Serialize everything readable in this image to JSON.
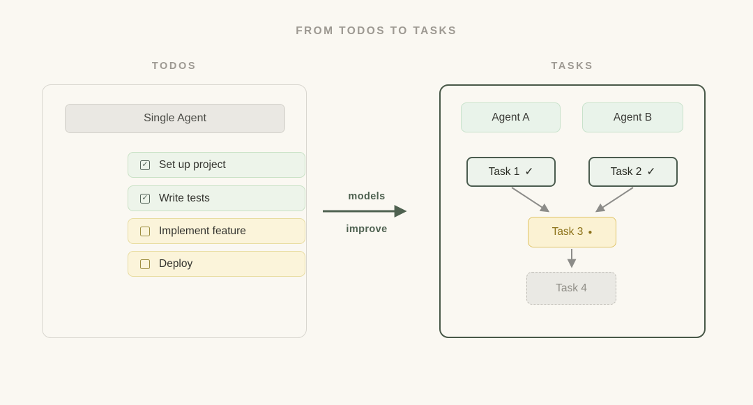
{
  "title": "FROM TODOS TO TASKS",
  "todos": {
    "header": "TODOS",
    "agent_label": "Single Agent",
    "items": [
      {
        "label": "Set up project",
        "state": "done",
        "check_glyph": "✓"
      },
      {
        "label": "Write tests",
        "state": "done",
        "check_glyph": "✓"
      },
      {
        "label": "Implement feature",
        "state": "pending",
        "check_glyph": ""
      },
      {
        "label": "Deploy",
        "state": "pending",
        "check_glyph": ""
      }
    ]
  },
  "transition": {
    "top_label": "models",
    "bottom_label": "improve"
  },
  "tasks": {
    "header": "TASKS",
    "agents": [
      {
        "label": "Agent A"
      },
      {
        "label": "Agent B"
      }
    ],
    "nodes": [
      {
        "label": "Task 1",
        "status_glyph": "✓",
        "state": "done"
      },
      {
        "label": "Task 2",
        "status_glyph": "✓",
        "state": "done"
      },
      {
        "label": "Task 3",
        "status_glyph": "●",
        "state": "in-progress"
      },
      {
        "label": "Task 4",
        "status_glyph": "",
        "state": "pending"
      }
    ]
  },
  "colors": {
    "background": "#faf8f2",
    "heading_gray": "#9d9992",
    "green_fill": "#edf4ea",
    "green_border": "#c8e1c5",
    "yellow_fill": "#fbf4da",
    "yellow_border": "#e8dca0",
    "dark_green_accent": "#4e6150",
    "tasks_panel_border": "#485848",
    "task_done_border": "#4b5c4f",
    "task_active_text": "#8b7118",
    "pending_gray_text": "#8f8d86",
    "edge_arrow_gray": "#8c8c89"
  }
}
